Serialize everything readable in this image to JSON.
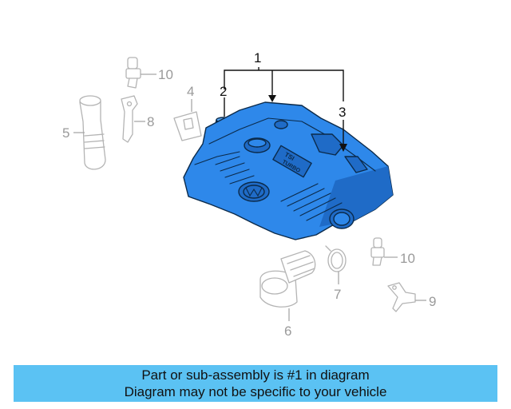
{
  "diagram": {
    "callouts": [
      "1",
      "2",
      "3",
      "4",
      "5",
      "6",
      "7",
      "8",
      "9",
      "10",
      "10"
    ],
    "cover_text": [
      "TSI",
      "TURBO"
    ],
    "colors": {
      "highlight": "#2e88ea",
      "highlight_dark": "#1f6bc7",
      "ghost_line": "#b4b4b4",
      "banner": "#5bc2f3"
    }
  },
  "banner": {
    "line1": "Part or sub-assembly is #1 in diagram",
    "line2": "Diagram may not be specific to your vehicle"
  }
}
